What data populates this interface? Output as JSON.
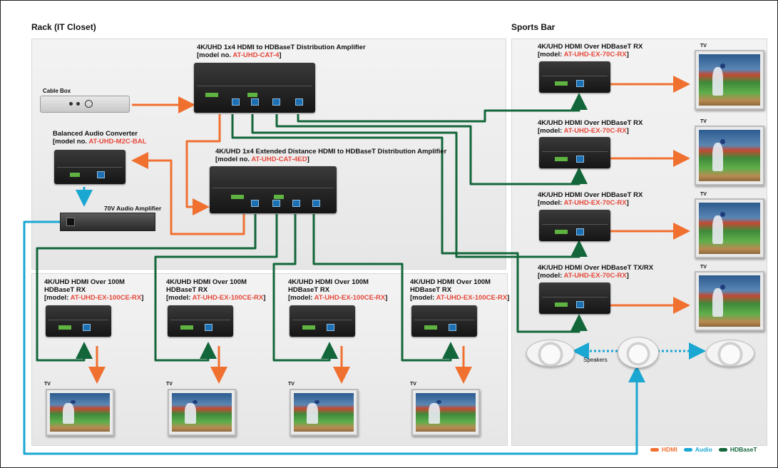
{
  "sections": {
    "rack_title": "Rack (IT Closet)",
    "sports_title": "Sports Bar"
  },
  "cable_box": {
    "label": "Cable Box"
  },
  "amp1": {
    "line1": "4K/UHD 1x4 HDMI to HDBaseT Distribution Amplifier",
    "model_prefix": "[model no. ",
    "model": "AT-UHD-CAT-4",
    "model_suffix": "]"
  },
  "amp2": {
    "line1": "4K/UHD 1x4 Extended Distance HDMI to HDBaseT Distribution Amplifier",
    "model_prefix": "[model no. ",
    "model": "AT-UHD-CAT-4ED",
    "model_suffix": "]"
  },
  "bal_audio": {
    "line1": "Balanced Audio Converter",
    "model_prefix": "[model no. ",
    "model": "AT-UHD-M2C-BAL"
  },
  "amp70": {
    "label": "70V Audio Amplifier"
  },
  "sports_rx": [
    {
      "line1": "4K/UHD HDMI Over HDBaseT RX",
      "model_prefix": "[model: ",
      "model": "AT-UHD-EX-70C-RX",
      "model_suffix": "]",
      "tv": "TV"
    },
    {
      "line1": "4K/UHD HDMI Over HDBaseT RX",
      "model_prefix": "[model: ",
      "model": "AT-UHD-EX-70C-RX",
      "model_suffix": "]",
      "tv": "TV"
    },
    {
      "line1": "4K/UHD HDMI Over HDBaseT RX",
      "model_prefix": "[model: ",
      "model": "AT-UHD-EX-70C-RX",
      "model_suffix": "]",
      "tv": "TV"
    },
    {
      "line1": "4K/UHD HDMI Over HDBaseT TX/RX",
      "model_prefix": "[model: ",
      "model": "AT-UHD-EX-70C-RX",
      "model_suffix": "]",
      "tv": "TV"
    }
  ],
  "bottom_rx": [
    {
      "line1": "4K/UHD HDMI Over 100M",
      "line2": "HDBaseT RX",
      "model_prefix": "[model: ",
      "model": "AT-UHD-EX-100CE-RX",
      "model_suffix": "]",
      "tv": "TV"
    },
    {
      "line1": "4K/UHD HDMI Over 100M",
      "line2": "HDBaseT RX",
      "model_prefix": "[model: ",
      "model": "AT-UHD-EX-100CE-RX",
      "model_suffix": "]",
      "tv": "TV"
    },
    {
      "line1": "4K/UHD HDMI Over 100M",
      "line2": "HDBaseT RX",
      "model_prefix": "[model: ",
      "model": "AT-UHD-EX-100CE-RX",
      "model_suffix": "]",
      "tv": "TV"
    },
    {
      "line1": "4K/UHD HDMI Over 100M",
      "line2": "HDBaseT RX",
      "model_prefix": "[model: ",
      "model": "AT-UHD-EX-100CE-RX",
      "model_suffix": "]",
      "tv": "TV"
    }
  ],
  "speakers": {
    "label": "Speakers"
  },
  "legend": [
    {
      "label": "HDMI",
      "color": "#f07030"
    },
    {
      "label": "Audio",
      "color": "#1aa7d2"
    },
    {
      "label": "HDBaseT",
      "color": "#13663a"
    }
  ],
  "colors": {
    "hdmi": "#f07030",
    "audio": "#1aa7d2",
    "hdbaset": "#13663a",
    "model_red": "#e5473a"
  }
}
